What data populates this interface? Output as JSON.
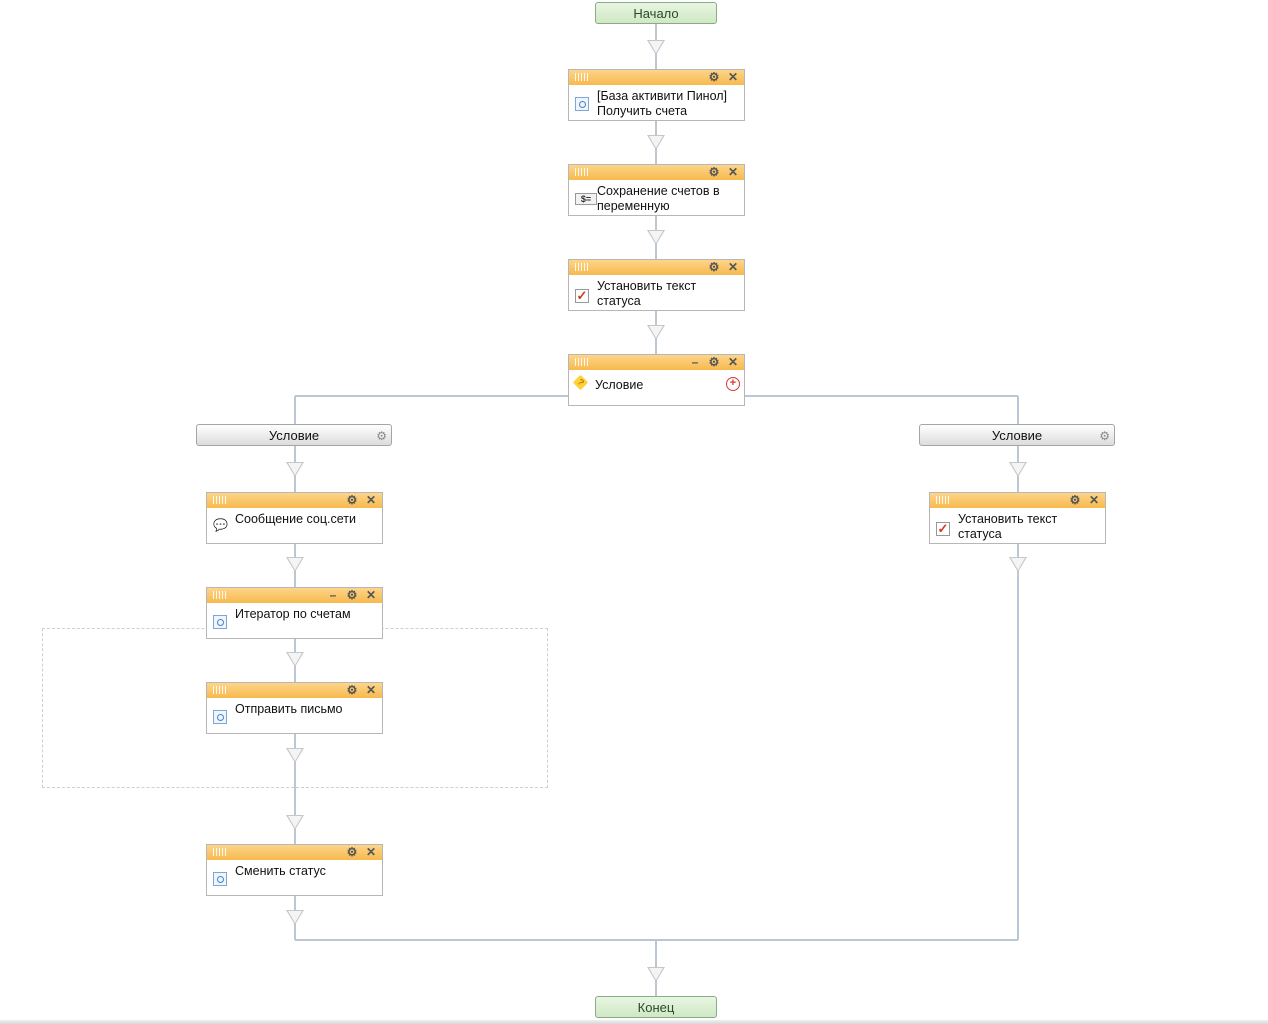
{
  "start": {
    "label": "Начало"
  },
  "end": {
    "label": "Конец"
  },
  "activities": {
    "get_invoices": {
      "label": "[База активити Пинол] Получить счета",
      "icon": "activity-box-icon"
    },
    "save_invoices": {
      "label": "Сохранение счетов в переменную",
      "icon": "variable-icon"
    },
    "set_status_text_1": {
      "label": "Установить текст статуса",
      "icon": "checkbox-check-icon"
    },
    "condition": {
      "label": "Условие",
      "icon": "condition-question-icon"
    },
    "social_message": {
      "label": "Сообщение соц.сети",
      "icon": "chat-bubbles-icon"
    },
    "iterator": {
      "label": "Итератор по счетам",
      "icon": "activity-box-icon"
    },
    "send_email": {
      "label": "Отправить письмо",
      "icon": "activity-box-icon"
    },
    "change_status": {
      "label": "Сменить статус",
      "icon": "activity-box-icon"
    },
    "set_status_text_2": {
      "label": "Установить текст статуса",
      "icon": "checkbox-check-icon"
    }
  },
  "branches": {
    "left": {
      "label": "Условие"
    },
    "right": {
      "label": "Условие"
    }
  },
  "colors": {
    "header": "#f7b94d",
    "terminal": "#cfe8c4",
    "connector": "#b9c7d6"
  }
}
